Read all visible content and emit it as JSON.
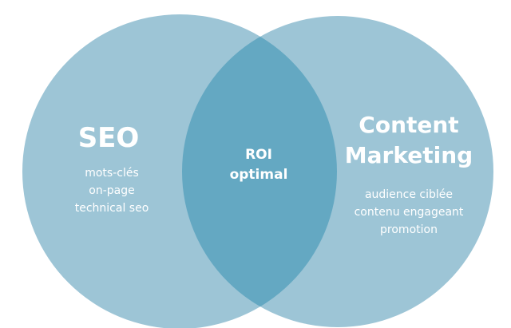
{
  "colors": {
    "left_circle": "#9dc5d6",
    "right_circle": "#9dc5d6",
    "overlap": "#64a8c2",
    "text": "#ffffff",
    "background": "#ffffff"
  },
  "left_set": {
    "title": "SEO",
    "items": [
      "mots-clés",
      "on-page",
      "technical seo"
    ]
  },
  "right_set": {
    "title_line1": "Content",
    "title_line2": "Marketing",
    "items": [
      "audience ciblée",
      "contenu engageant",
      "promotion"
    ]
  },
  "intersection": {
    "line1": "ROI",
    "line2": "optimal"
  }
}
